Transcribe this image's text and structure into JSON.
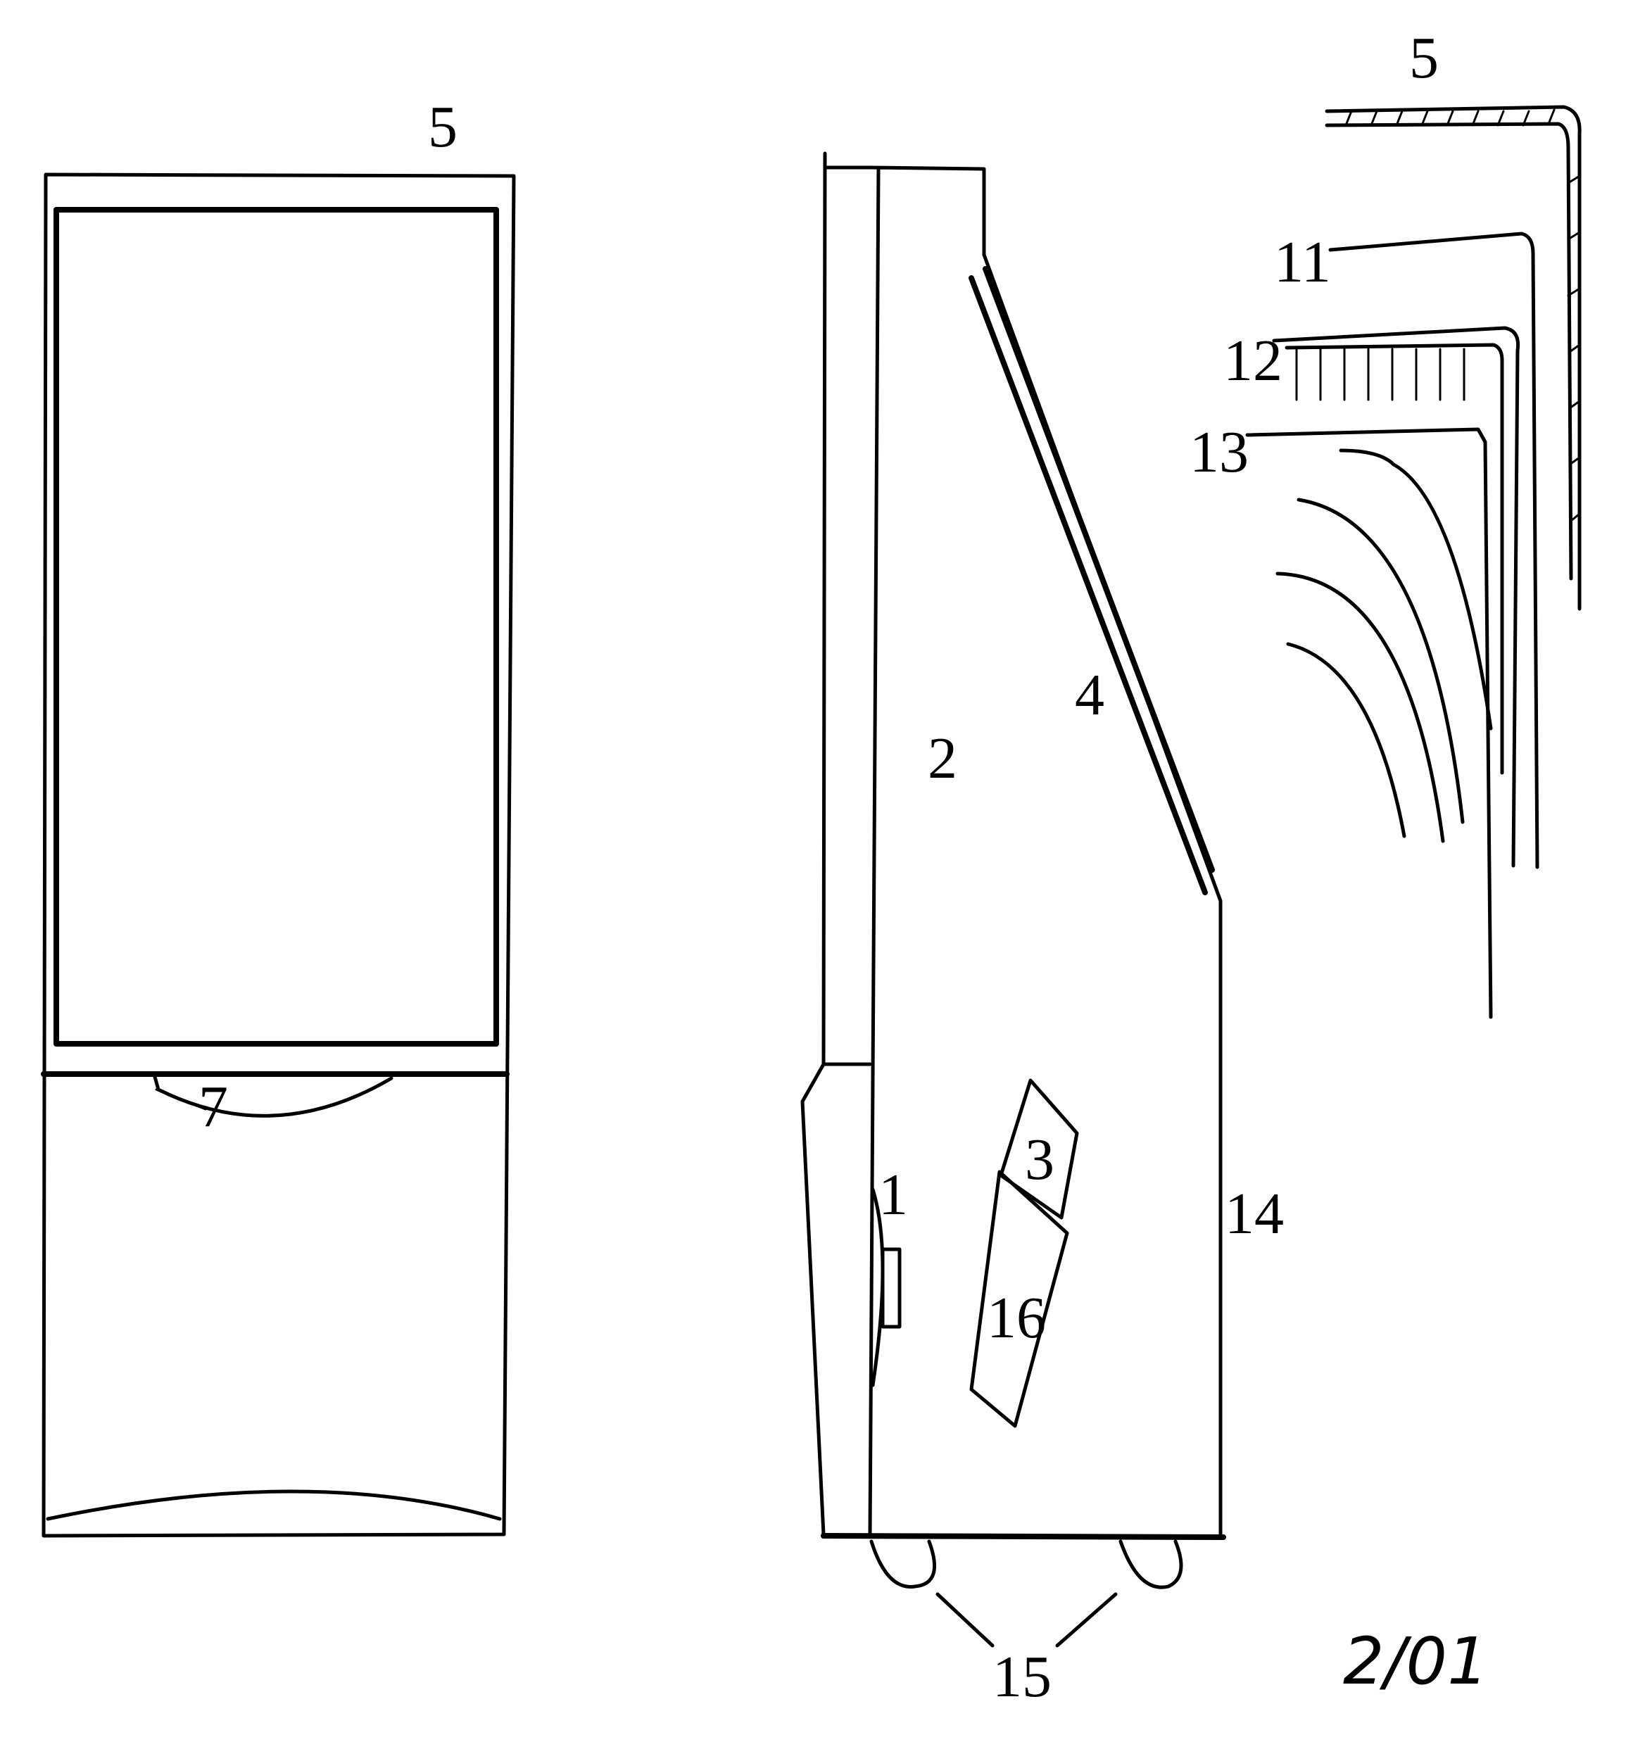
{
  "labels": {
    "front_top": "5",
    "front_speaker": "7",
    "side_body": "2",
    "side_mirror": "4",
    "side_card_top": "3",
    "side_card_bottom": "16",
    "side_port": "1",
    "side_rear": "14",
    "side_wheels": "15",
    "detail_top": "5",
    "detail_11": "11",
    "detail_12": "12",
    "detail_13": "13"
  },
  "sheet_number": "2/01"
}
